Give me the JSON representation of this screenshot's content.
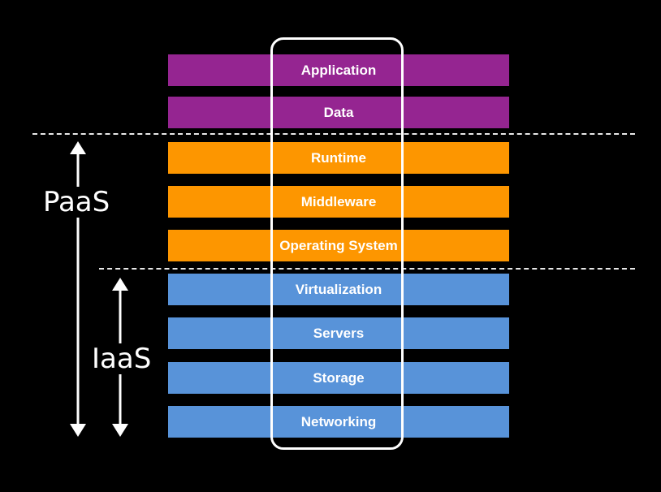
{
  "layers": [
    {
      "label": "Application",
      "color": "#952591"
    },
    {
      "label": "Data",
      "color": "#952591"
    },
    {
      "label": "Runtime",
      "color": "#fd9600"
    },
    {
      "label": "Middleware",
      "color": "#fd9600"
    },
    {
      "label": "Operating System",
      "color": "#fd9600"
    },
    {
      "label": "Virtualization",
      "color": "#5893d9"
    },
    {
      "label": "Servers",
      "color": "#5893d9"
    },
    {
      "label": "Storage",
      "color": "#5893d9"
    },
    {
      "label": "Networking",
      "color": "#5893d9"
    }
  ],
  "labels": {
    "paas": "PaaS",
    "iaas": "IaaS"
  }
}
